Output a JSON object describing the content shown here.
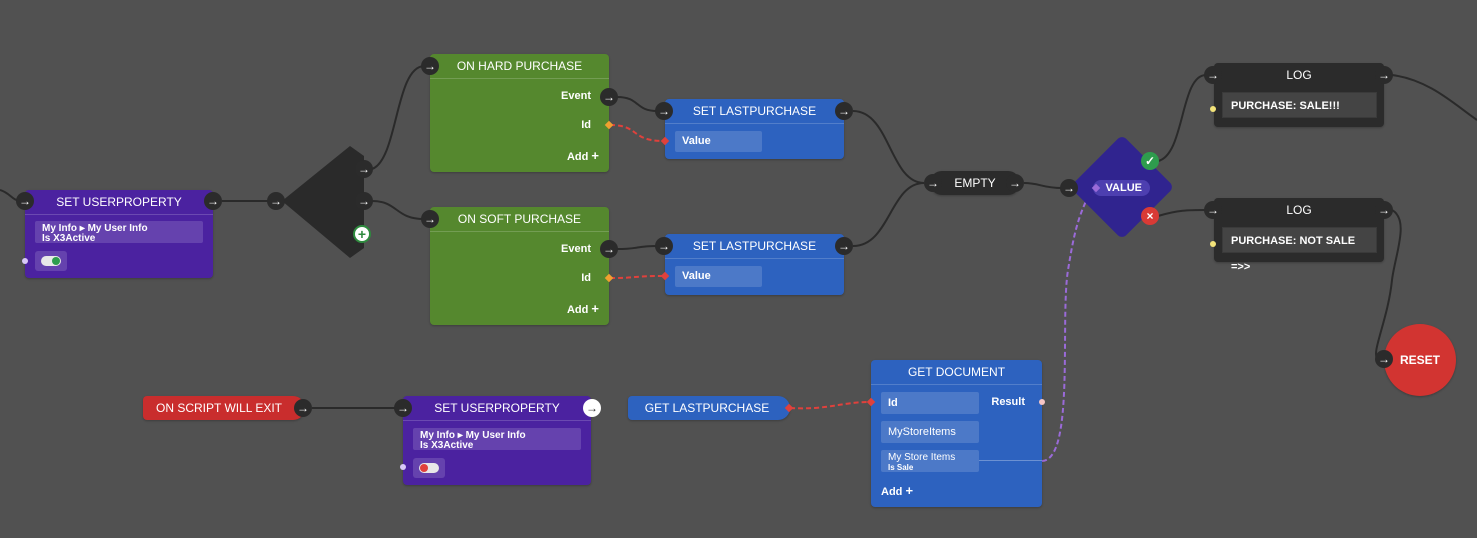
{
  "nodes": {
    "set_userproperty_1": {
      "title": "SET USERPROPERTY",
      "prop_line1": "My Info ▸ My User Info",
      "prop_line2": "Is X3Active",
      "toggle_on": true
    },
    "on_hard_purchase": {
      "title": "ON HARD PURCHASE",
      "event_label": "Event",
      "id_label": "Id",
      "add_label": "Add"
    },
    "on_soft_purchase": {
      "title": "ON SOFT PURCHASE",
      "event_label": "Event",
      "id_label": "Id",
      "add_label": "Add"
    },
    "set_lastpurchase_1": {
      "title": "SET LASTPURCHASE",
      "value_label": "Value"
    },
    "set_lastpurchase_2": {
      "title": "SET LASTPURCHASE",
      "value_label": "Value"
    },
    "empty": {
      "title": "EMPTY"
    },
    "value_branch": {
      "title": "VALUE"
    },
    "log_1": {
      "title": "LOG",
      "message": "PURCHASE: SALE!!!"
    },
    "log_2": {
      "title": "LOG",
      "message": "PURCHASE: NOT SALE =>>"
    },
    "reset": {
      "title": "RESET"
    },
    "on_script_will_exit": {
      "title": "ON SCRIPT WILL EXIT"
    },
    "set_userproperty_2": {
      "title": "SET USERPROPERTY",
      "prop_line1": "My Info ▸ My User Info",
      "prop_line2": "Is X3Active",
      "toggle_on": false
    },
    "get_lastpurchase": {
      "title": "GET LASTPURCHASE"
    },
    "get_document": {
      "title": "GET DOCUMENT",
      "id_label": "Id",
      "result_label": "Result",
      "collection": "MyStoreItems",
      "field_line1": "My Store Items",
      "field_line2": "Is Sale",
      "add_label": "Add"
    }
  },
  "icons": {
    "flow": "arrow-right-icon",
    "add": "plus-icon",
    "true_branch": "check-icon",
    "false_branch": "x-icon"
  },
  "colors": {
    "canvas": "#515151",
    "purple_node": "#4b22a0",
    "green_node": "#55882e",
    "blue_node": "#2d62bf",
    "dark_node": "#2b2b2b",
    "red_node": "#c92d2d",
    "data_wire_red": "#e0413c",
    "data_wire_purple": "#9a6ad8",
    "true_green": "#2e9c4d",
    "false_red": "#d93a35"
  }
}
